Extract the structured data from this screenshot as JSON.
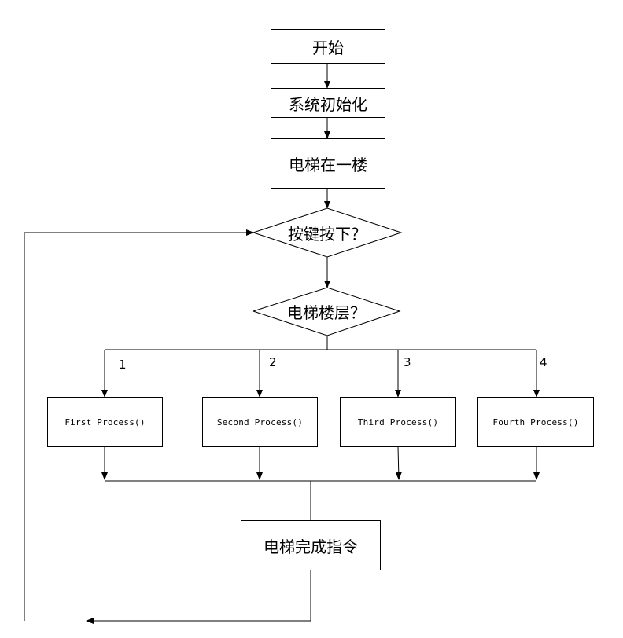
{
  "nodes": {
    "start": "开始",
    "init": "系统初始化",
    "ground_floor": "电梯在一楼",
    "key_pressed": "按键按下？",
    "floor_question": "电梯楼层？",
    "first_process": "First_Process()",
    "second_process": "Second_Process()",
    "third_process": "Third_Process()",
    "fourth_process": "Fourth_Process()",
    "complete": "电梯完成指令"
  },
  "branch_labels": [
    "1",
    "2",
    "3",
    "4"
  ]
}
